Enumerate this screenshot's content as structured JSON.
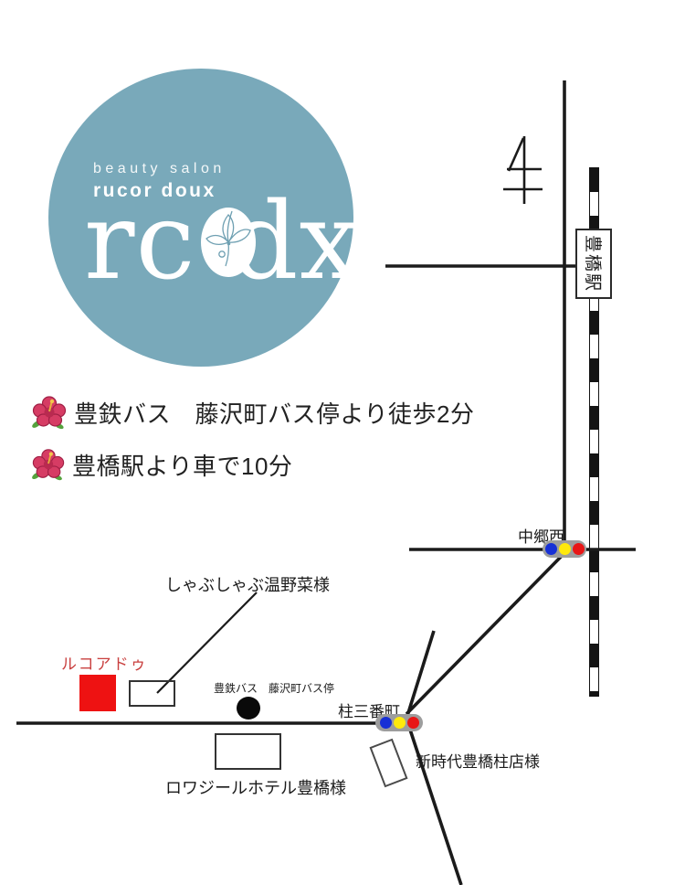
{
  "logo": {
    "tagline": "beauty salon",
    "brand": "rucor doux",
    "monogram": "rc dx"
  },
  "access": {
    "items": [
      {
        "icon": "hibiscus-flower",
        "text": "豊鉄バス　藤沢町バス停より徒歩2分"
      },
      {
        "icon": "hibiscus-flower",
        "text": "豊橋駅より車で10分"
      }
    ]
  },
  "map": {
    "station": {
      "label": "豊橋駅"
    },
    "intersections": [
      {
        "label": "中郷西",
        "signal_colors": [
          "#1730d6",
          "#ffe90c",
          "#e81616"
        ]
      },
      {
        "label": "柱三番町",
        "signal_colors": [
          "#1730d6",
          "#ffe90c",
          "#e81616"
        ]
      }
    ],
    "landmarks": [
      {
        "label": "しゃぶしゃぶ温野菜様",
        "type": "building"
      },
      {
        "label": "ルコアドゥ",
        "type": "salon-destination"
      },
      {
        "label": "豊鉄バス　藤沢町バス停",
        "type": "bus-stop"
      },
      {
        "label": "ロワジールホテル豊橋様",
        "type": "building"
      },
      {
        "label": "新時代豊橋柱店様",
        "type": "building"
      }
    ]
  },
  "colors": {
    "logo_teal": "#79a9ba",
    "salon_red": "#ee1212",
    "salon_label_red": "#c9403f",
    "signal_blue": "#1730d6",
    "signal_yellow": "#ffe90c",
    "signal_red": "#e81616",
    "road_black": "#1b1b1b"
  }
}
